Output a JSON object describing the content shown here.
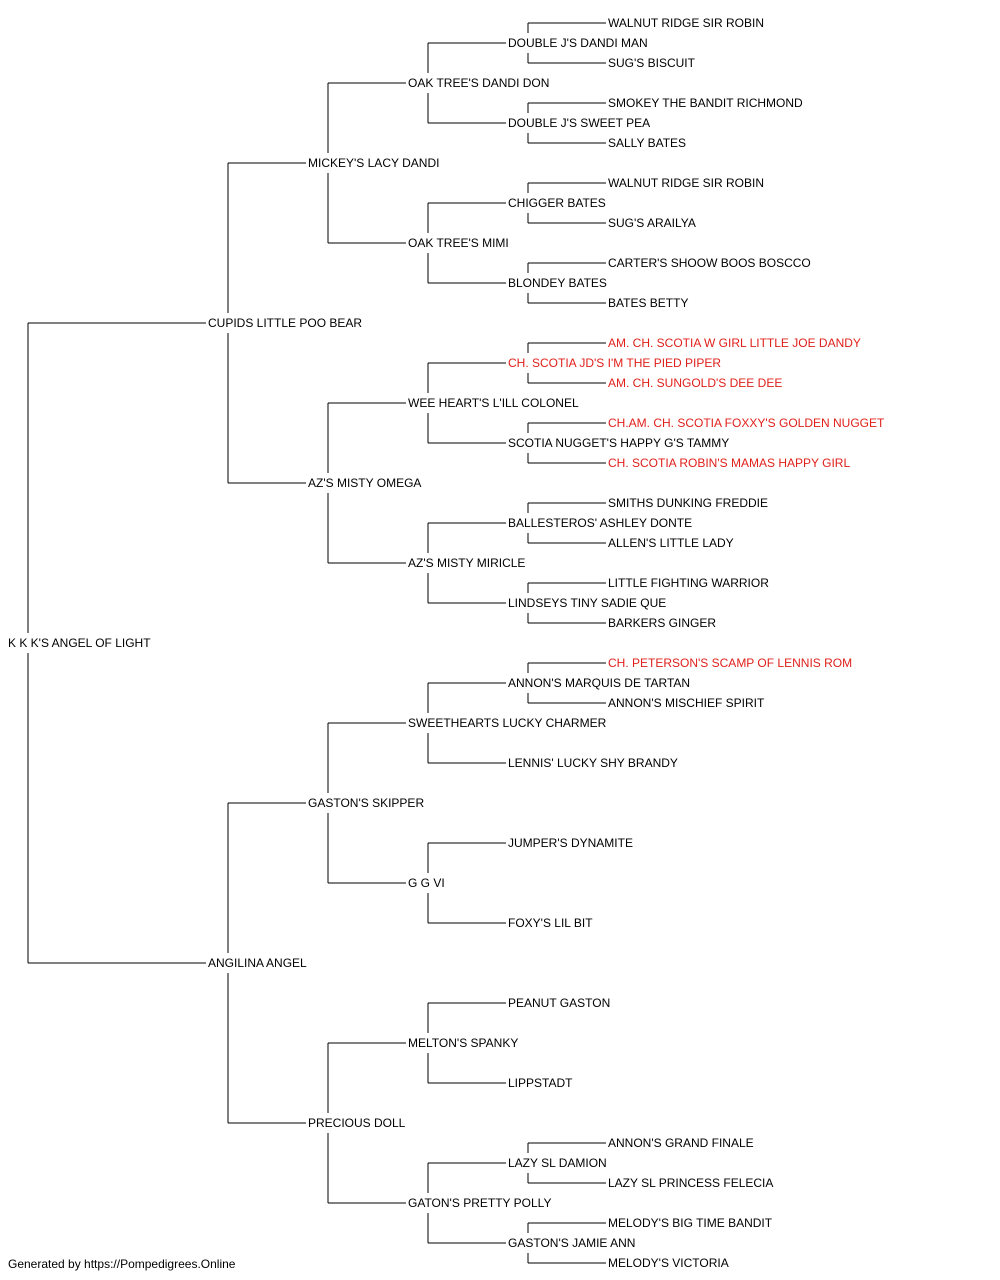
{
  "colors": {
    "normal": "#000000",
    "champion": "#e0201b",
    "line": "#000000"
  },
  "footer": "Generated by https://Pompedigrees.Online",
  "pedigree": {
    "name": "K K K'S ANGEL OF LIGHT",
    "champion": false,
    "sire": {
      "name": "CUPIDS LITTLE POO BEAR",
      "champion": false,
      "sire": {
        "name": "MICKEY'S LACY DANDI",
        "champion": false,
        "sire": {
          "name": "OAK TREE'S DANDI DON",
          "champion": false,
          "sire": {
            "name": "DOUBLE J'S DANDI MAN",
            "champion": false,
            "sire": {
              "name": "WALNUT RIDGE SIR ROBIN",
              "champion": false
            },
            "dam": {
              "name": "SUG'S BISCUIT",
              "champion": false
            }
          },
          "dam": {
            "name": "DOUBLE J'S SWEET PEA",
            "champion": false,
            "sire": {
              "name": "SMOKEY THE BANDIT RICHMOND",
              "champion": false
            },
            "dam": {
              "name": "SALLY BATES",
              "champion": false
            }
          }
        },
        "dam": {
          "name": "OAK TREE'S MIMI",
          "champion": false,
          "sire": {
            "name": "CHIGGER BATES",
            "champion": false,
            "sire": {
              "name": "WALNUT RIDGE SIR ROBIN",
              "champion": false
            },
            "dam": {
              "name": "SUG'S ARAILYA",
              "champion": false
            }
          },
          "dam": {
            "name": "BLONDEY BATES",
            "champion": false,
            "sire": {
              "name": "CARTER'S SHOOW BOOS BOSCCO",
              "champion": false
            },
            "dam": {
              "name": "BATES BETTY",
              "champion": false
            }
          }
        }
      },
      "dam": {
        "name": "AZ'S MISTY OMEGA",
        "champion": false,
        "sire": {
          "name": "WEE HEART'S L'ILL COLONEL",
          "champion": false,
          "sire": {
            "name": "CH. SCOTIA JD'S I'M THE PIED PIPER",
            "champion": true,
            "sire": {
              "name": "AM. CH. SCOTIA W GIRL LITTLE JOE DANDY",
              "champion": true
            },
            "dam": {
              "name": "AM. CH. SUNGOLD'S DEE DEE",
              "champion": true
            }
          },
          "dam": {
            "name": "SCOTIA NUGGET'S HAPPY G'S TAMMY",
            "champion": false,
            "sire": {
              "name": "CH.AM. CH. SCOTIA FOXXY'S GOLDEN NUGGET",
              "champion": true
            },
            "dam": {
              "name": "CH. SCOTIA ROBIN'S MAMAS HAPPY GIRL",
              "champion": true
            }
          }
        },
        "dam": {
          "name": "AZ'S MISTY MIRICLE",
          "champion": false,
          "sire": {
            "name": "BALLESTEROS' ASHLEY DONTE",
            "champion": false,
            "sire": {
              "name": "SMITHS DUNKING FREDDIE",
              "champion": false
            },
            "dam": {
              "name": "ALLEN'S LITTLE LADY",
              "champion": false
            }
          },
          "dam": {
            "name": "LINDSEYS TINY SADIE QUE",
            "champion": false,
            "sire": {
              "name": "LITTLE FIGHTING WARRIOR",
              "champion": false
            },
            "dam": {
              "name": "BARKERS GINGER",
              "champion": false
            }
          }
        }
      }
    },
    "dam": {
      "name": "ANGILINA ANGEL",
      "champion": false,
      "sire": {
        "name": "GASTON'S SKIPPER",
        "champion": false,
        "sire": {
          "name": "SWEETHEARTS LUCKY CHARMER",
          "champion": false,
          "sire": {
            "name": "ANNON'S MARQUIS DE TARTAN",
            "champion": false,
            "sire": {
              "name": "CH. PETERSON'S SCAMP OF LENNIS ROM",
              "champion": true
            },
            "dam": {
              "name": "ANNON'S MISCHIEF SPIRIT",
              "champion": false
            }
          },
          "dam": {
            "name": "LENNIS' LUCKY SHY BRANDY",
            "champion": false
          }
        },
        "dam": {
          "name": "G G VI",
          "champion": false,
          "sire": {
            "name": "JUMPER'S DYNAMITE",
            "champion": false
          },
          "dam": {
            "name": "FOXY'S LIL BIT",
            "champion": false
          }
        }
      },
      "dam": {
        "name": "PRECIOUS DOLL",
        "champion": false,
        "sire": {
          "name": "MELTON'S SPANKY",
          "champion": false,
          "sire": {
            "name": "PEANUT GASTON",
            "champion": false
          },
          "dam": {
            "name": "LIPPSTADT",
            "champion": false
          }
        },
        "dam": {
          "name": "GATON'S PRETTY POLLY",
          "champion": false,
          "sire": {
            "name": "LAZY SL DAMION",
            "champion": false,
            "sire": {
              "name": "ANNON'S GRAND FINALE",
              "champion": false
            },
            "dam": {
              "name": "LAZY SL PRINCESS FELECIA",
              "champion": false
            }
          },
          "dam": {
            "name": "GASTON'S JAMIE ANN",
            "champion": false,
            "sire": {
              "name": "MELODY'S BIG TIME BANDIT",
              "champion": false
            },
            "dam": {
              "name": "MELODY'S VICTORIA",
              "champion": false
            }
          }
        }
      }
    }
  }
}
